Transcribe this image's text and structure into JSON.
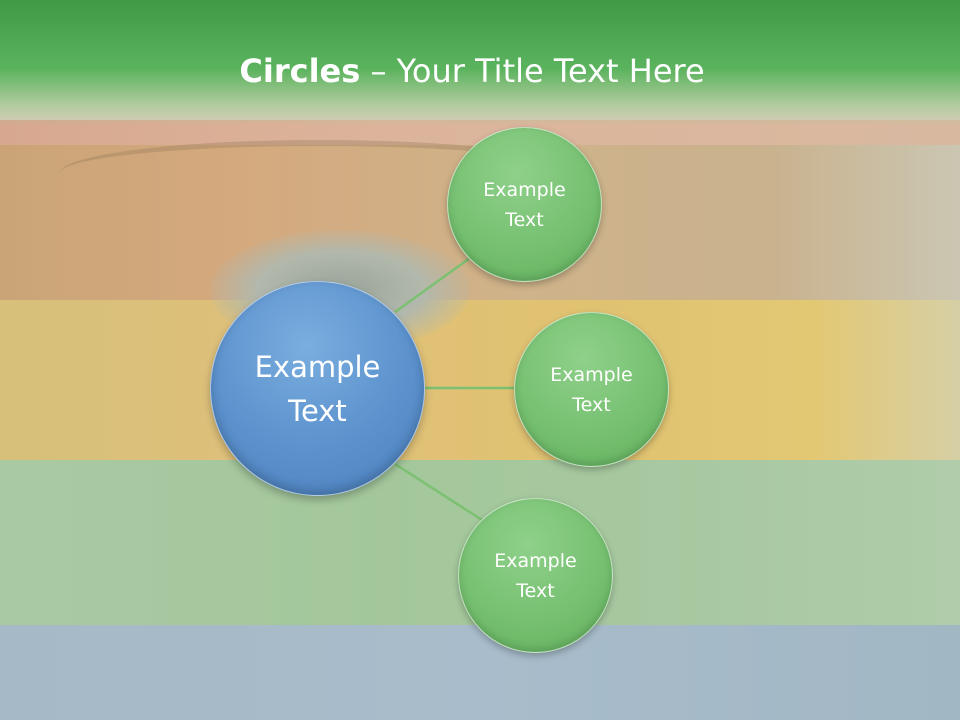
{
  "title": {
    "bold": "Circles",
    "rest": " – Your Title Text Here"
  },
  "diagram": {
    "center": {
      "line1": "Example",
      "line2": "Text"
    },
    "satellites": [
      {
        "line1": "Example",
        "line2": "Text"
      },
      {
        "line1": "Example",
        "line2": "Text"
      },
      {
        "line1": "Example",
        "line2": "Text"
      }
    ]
  },
  "colors": {
    "title_bar": "#4ea653",
    "center_circle": "#5b91cd",
    "satellite_circle": "#74bf6f",
    "connector": "#7cc071"
  }
}
